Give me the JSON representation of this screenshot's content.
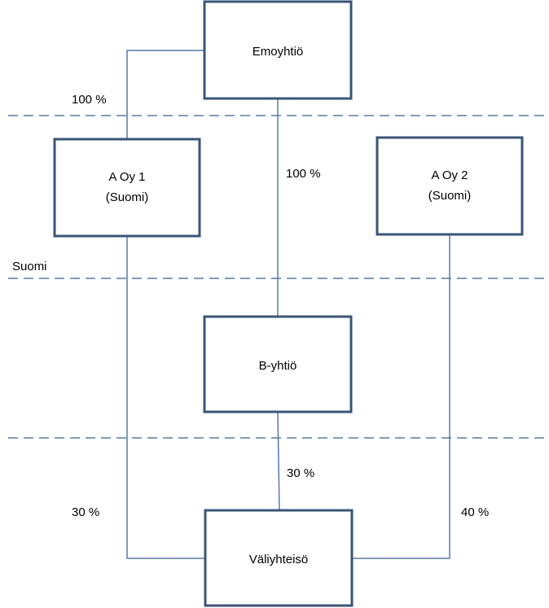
{
  "entities": {
    "parent": {
      "line1": "Emoyhtiö"
    },
    "a_oy_1": {
      "line1": "A Oy 1",
      "line2": "(Suomi)"
    },
    "a_oy_2": {
      "line1": "A Oy 2",
      "line2": "(Suomi)"
    },
    "b_company": {
      "line1": "B-yhtiö"
    },
    "intermediate": {
      "line1": "Väliyhteisö"
    }
  },
  "ownership": {
    "parent_to_a_oy_1": "100 %",
    "parent_to_b": "100 %",
    "a_oy_1_to_intermediate": "30 %",
    "b_to_intermediate": "30 %",
    "a_oy_2_to_intermediate": "40 %"
  },
  "zones": {
    "finland_label": "Suomi"
  },
  "colors": {
    "box_border": "#3a5577",
    "connector": "#5a7aa6",
    "dashed": "#5a7aa6"
  }
}
